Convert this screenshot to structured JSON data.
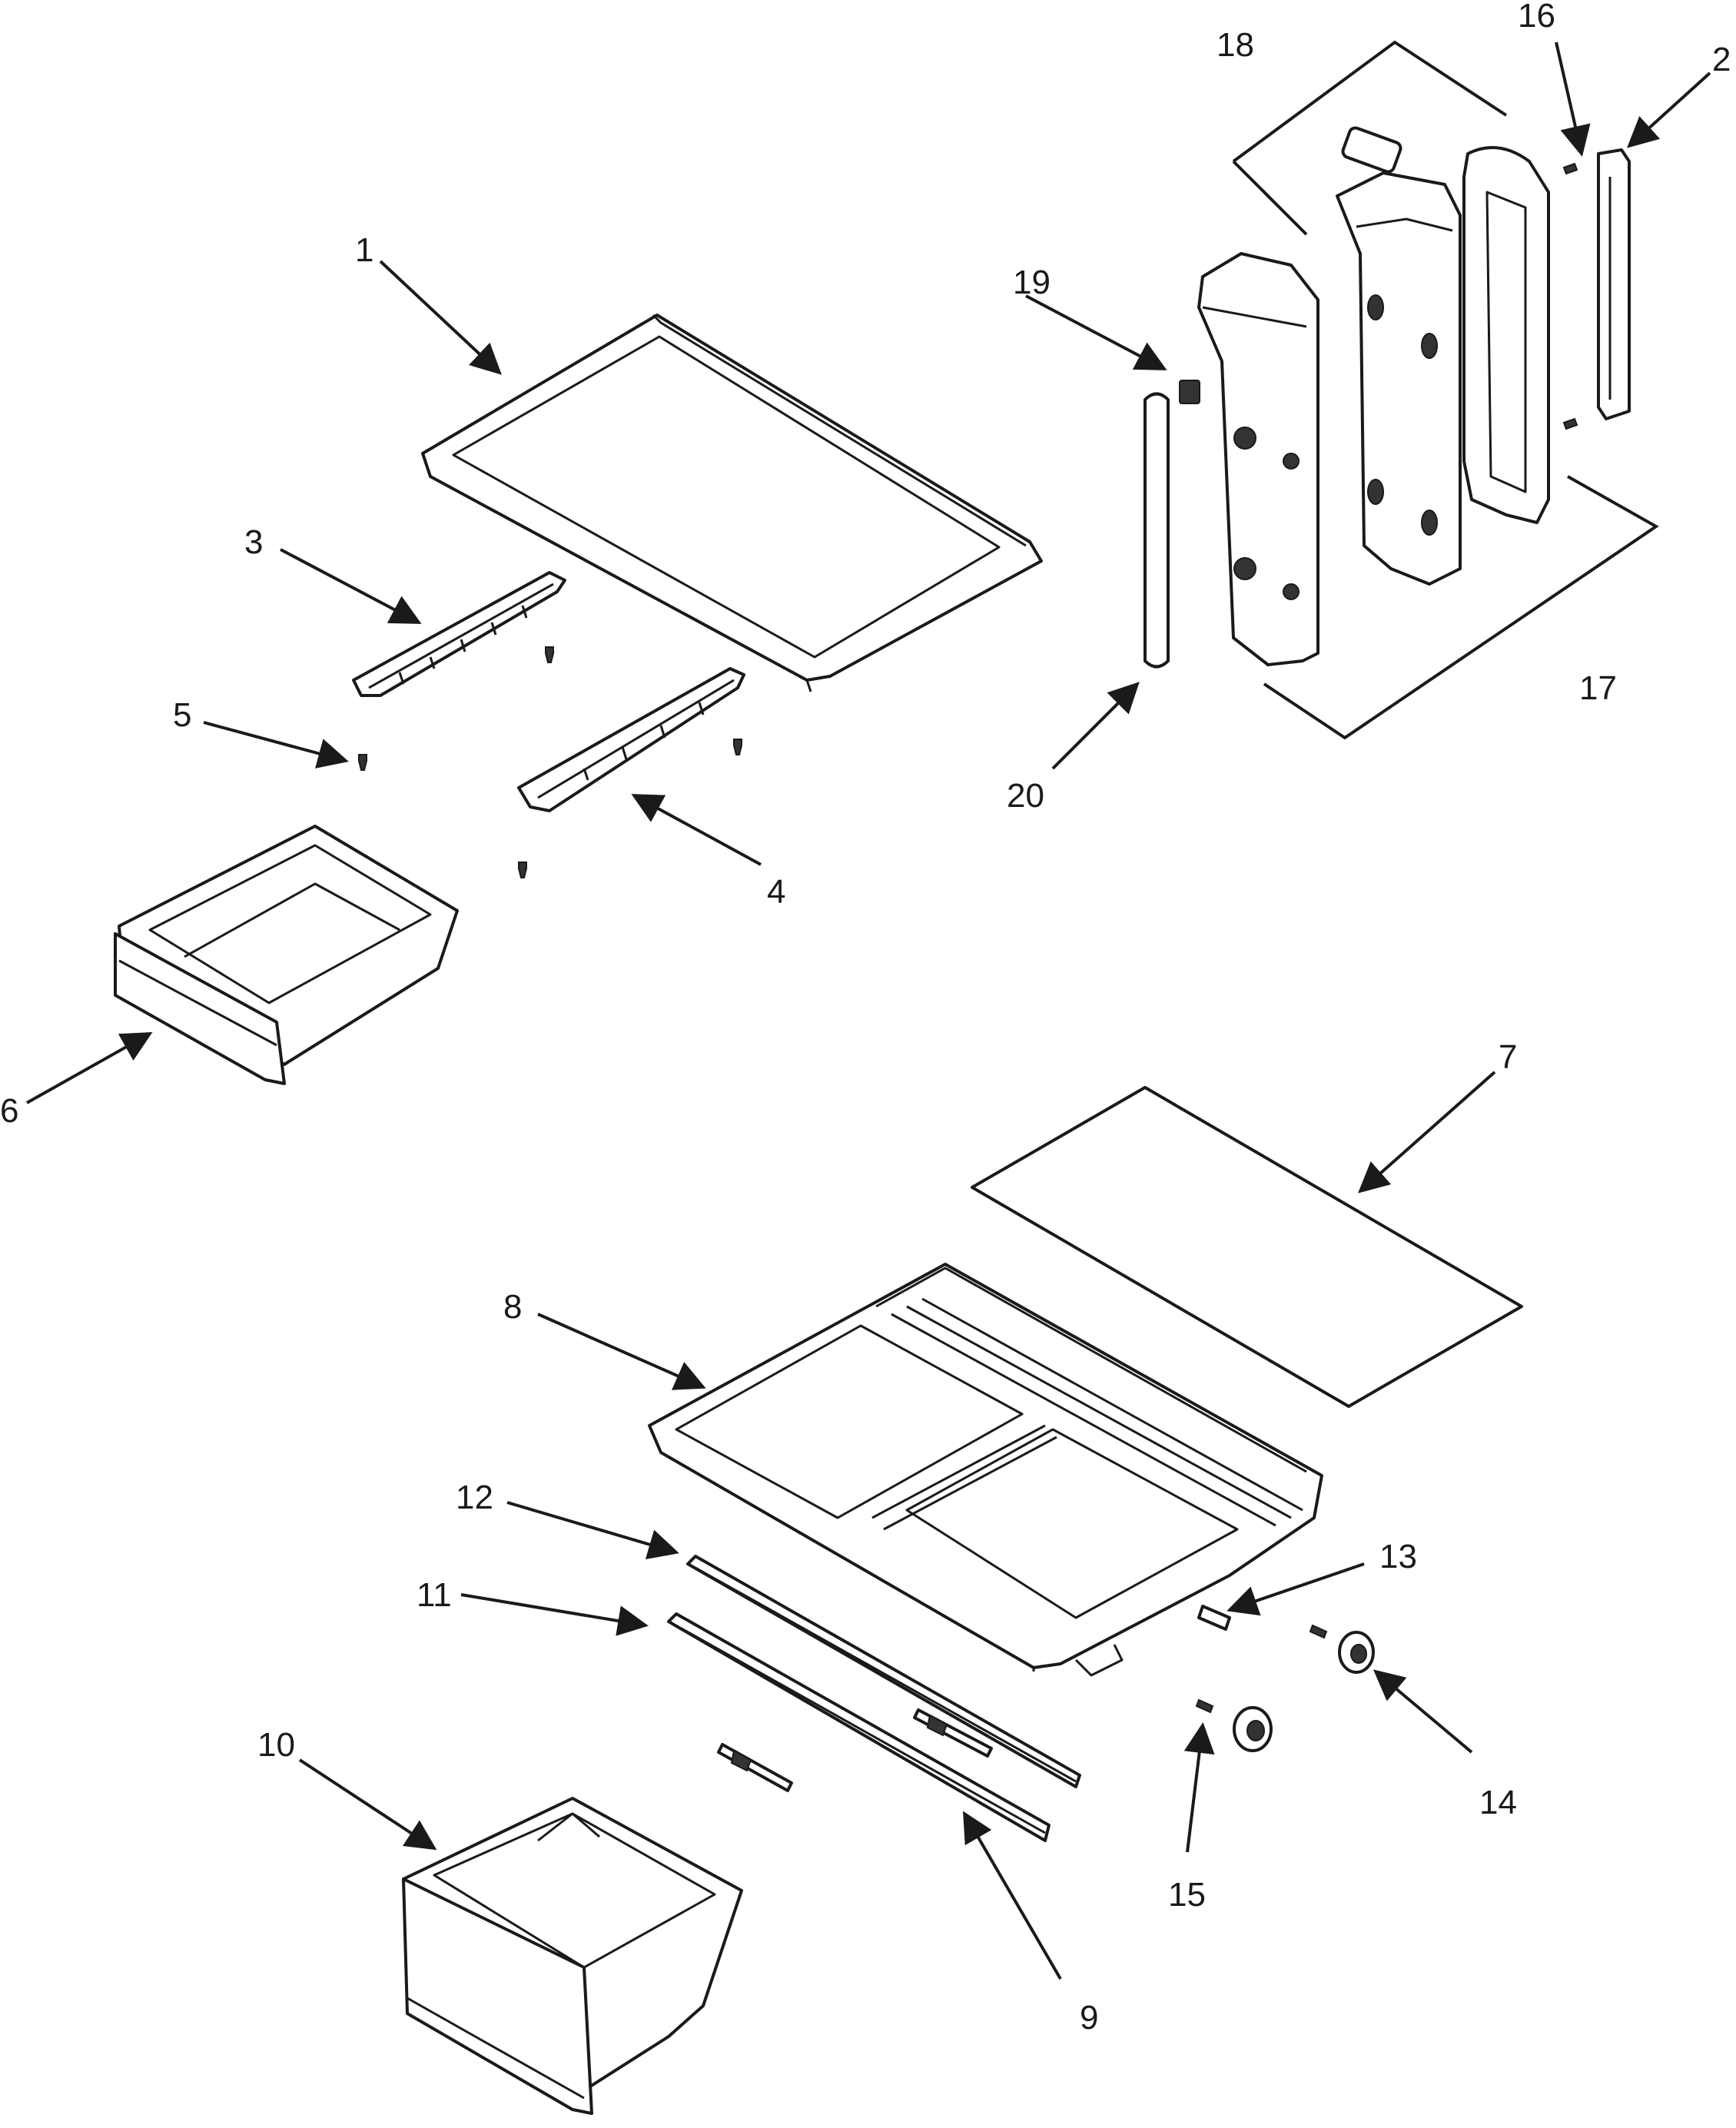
{
  "callouts": [
    {
      "id": "1",
      "label": "1"
    },
    {
      "id": "2",
      "label": "2"
    },
    {
      "id": "3",
      "label": "3"
    },
    {
      "id": "4",
      "label": "4"
    },
    {
      "id": "5",
      "label": "5"
    },
    {
      "id": "6",
      "label": "6"
    },
    {
      "id": "7",
      "label": "7"
    },
    {
      "id": "8",
      "label": "8"
    },
    {
      "id": "9",
      "label": "9"
    },
    {
      "id": "10",
      "label": "10"
    },
    {
      "id": "11",
      "label": "11"
    },
    {
      "id": "12",
      "label": "12"
    },
    {
      "id": "13",
      "label": "13"
    },
    {
      "id": "14",
      "label": "14"
    },
    {
      "id": "15",
      "label": "15"
    },
    {
      "id": "16",
      "label": "16"
    },
    {
      "id": "17",
      "label": "17"
    },
    {
      "id": "18",
      "label": "18"
    },
    {
      "id": "19",
      "label": "19"
    },
    {
      "id": "20",
      "label": "20"
    }
  ],
  "colors": {
    "ink": "#1a1a1a",
    "background": "#ffffff"
  }
}
